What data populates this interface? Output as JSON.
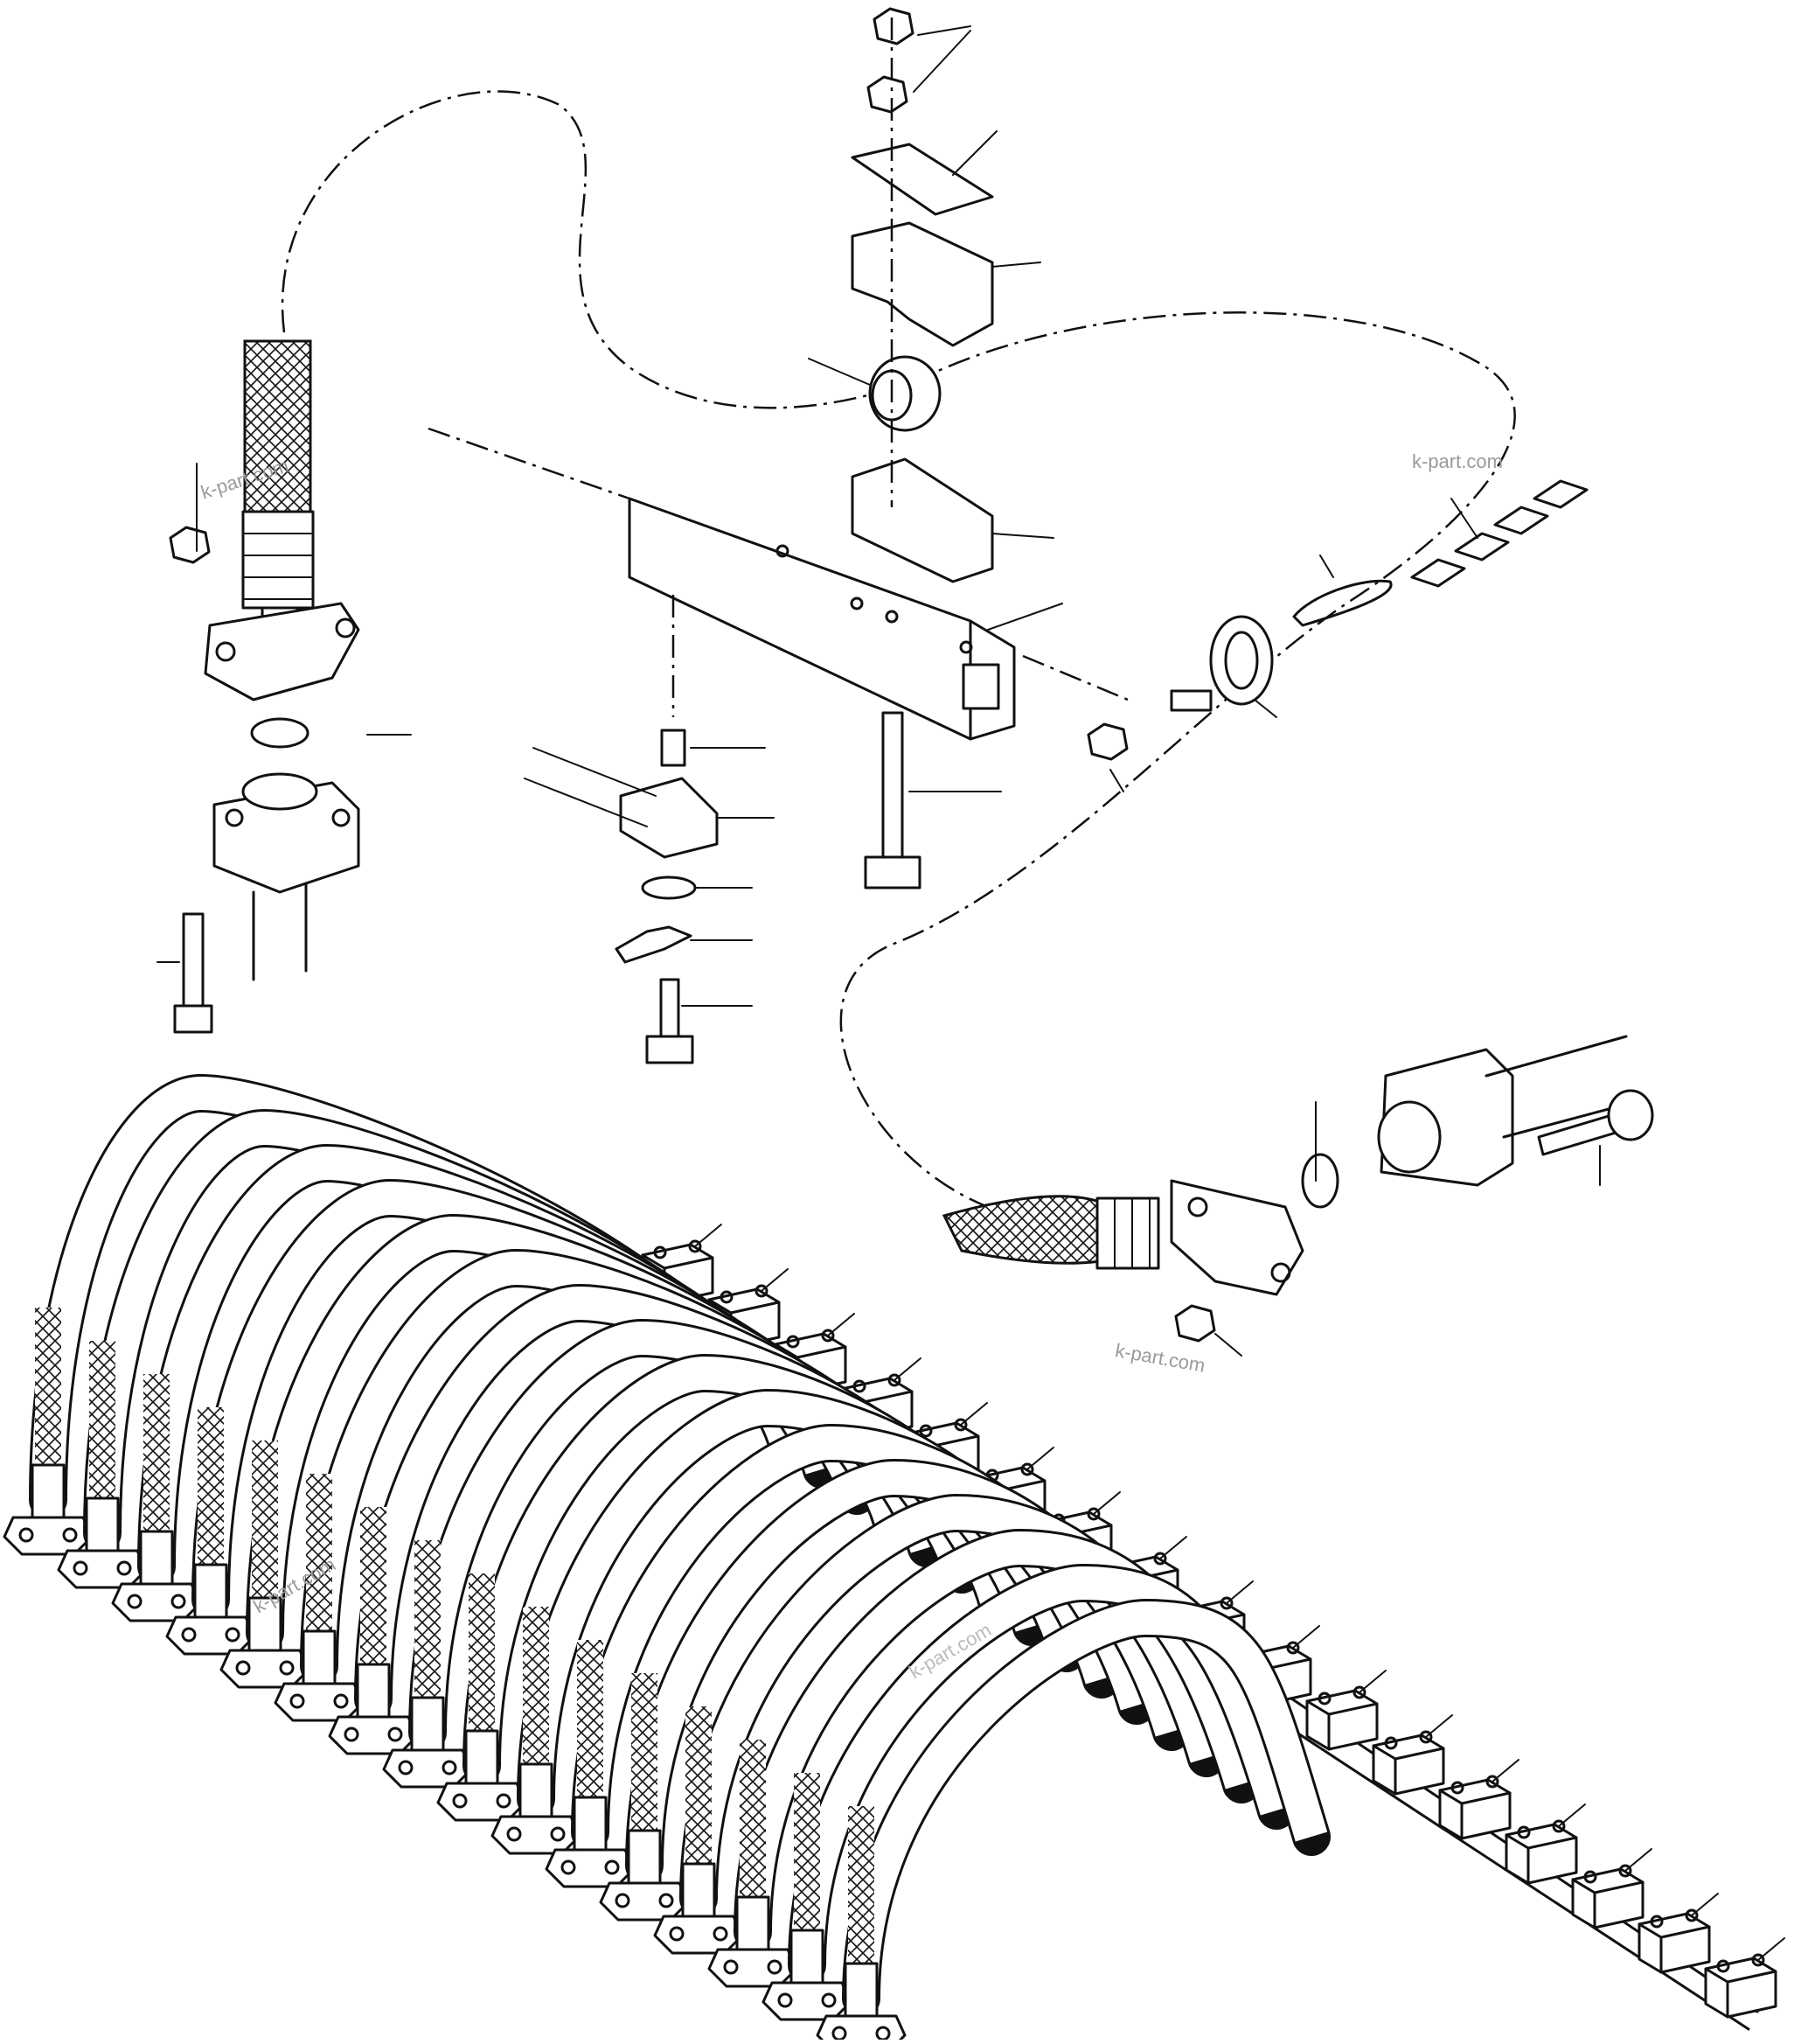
{
  "watermarks": [
    "k-part.com",
    "k-part.com",
    "k-part.com",
    "k-part.com",
    "k-part.com"
  ],
  "colors": {
    "line": "#111111",
    "background": "#ffffff",
    "watermark": "#9a9a9a"
  }
}
